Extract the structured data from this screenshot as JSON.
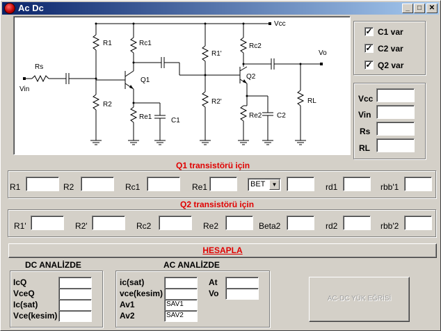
{
  "window": {
    "title": "Ac Dc",
    "min_glyph": "_",
    "max_glyph": "□",
    "close_glyph": "✕"
  },
  "circuit": {
    "labels": {
      "vcc": "Vcc",
      "vo": "Vo",
      "vin": "Vin",
      "rs": "Rs",
      "r1": "R1",
      "r2": "R2",
      "rc1": "Rc1",
      "re1": "Re1",
      "c1": "C1",
      "q1": "Q1",
      "r1p": "R1'",
      "r2p": "R2'",
      "rc2": "Rc2",
      "re2": "Re2",
      "c2": "C2",
      "q2": "Q2",
      "rl": "RL"
    }
  },
  "options": {
    "c1_var": {
      "label": "C1 var",
      "checked": true
    },
    "c2_var": {
      "label": "C2 var",
      "checked": true
    },
    "q2_var": {
      "label": "Q2 var",
      "checked": true
    }
  },
  "supply": {
    "vcc": "Vcc",
    "vin": "Vin",
    "rs": "Rs",
    "rl": "RL"
  },
  "q1": {
    "title": "Q1 transistörü için",
    "r1": "R1",
    "r2": "R2",
    "rc1": "Rc1",
    "re1": "Re1",
    "beta_select": "BET",
    "rd1": "rd1",
    "rbb1": "rbb'1"
  },
  "q2": {
    "title": "Q2 transistörü için",
    "r1p": "R1'",
    "r2p": "R2'",
    "rc2": "Rc2",
    "re2": "Re2",
    "beta2": "Beta2",
    "rd2": "rd2",
    "rbb2": "rbb'2"
  },
  "compute_button": "HESAPLA",
  "dc": {
    "title": "DC ANALİZDE",
    "icq": "IcQ",
    "vceq": "VceQ",
    "icsat": "Ic(sat)",
    "vcekesim": "Vce(kesim)"
  },
  "ac": {
    "title": "AC ANALİZDE",
    "icsat": "ic(sat)",
    "vcekesim": "vce(kesim)",
    "av1": "Av1",
    "av2": "Av2",
    "at": "At",
    "vo": "Vo",
    "av1_value": "SAV1",
    "av2_value": "SAV2"
  },
  "load_line_button": "AC-DC YÜK EĞRİSİ",
  "colors": {
    "title_start": "#0a246a",
    "title_end": "#a6caf0",
    "accent_red": "#e00000"
  }
}
